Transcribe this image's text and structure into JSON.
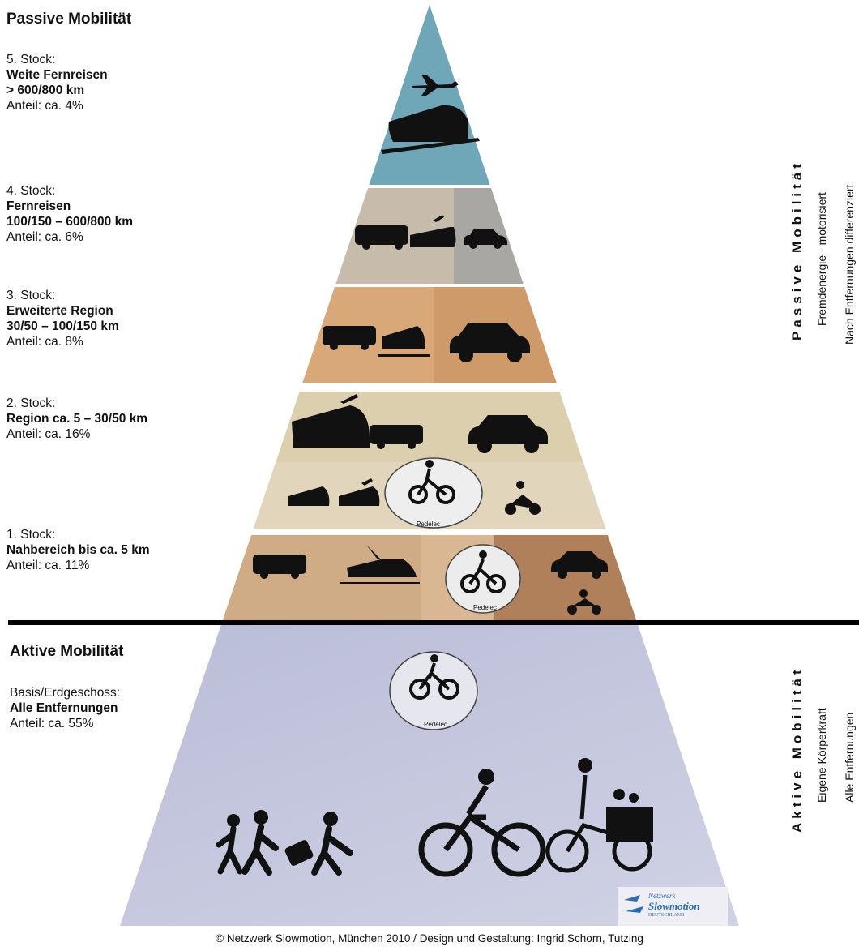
{
  "passive": {
    "title": "Passive Mobilität",
    "side_title": "Passive Mobilität",
    "side_line1": "Fremdenergie - motorisiert",
    "side_line2": "Nach Entfernungen differenziert"
  },
  "levels": [
    {
      "stock": "5. Stock:",
      "name": "Weite Fernreisen",
      "range": "> 600/800 km",
      "share": "Anteil: ca. 4%"
    },
    {
      "stock": "4. Stock:",
      "name": "Fernreisen",
      "range": "100/150 – 600/800 km",
      "share": "Anteil: ca. 6%"
    },
    {
      "stock": "3. Stock:",
      "name": "Erweiterte Region",
      "range": "30/50 – 100/150 km",
      "share": "Anteil: ca. 8%"
    },
    {
      "stock": "2. Stock:",
      "name": "Region ca. 5 – 30/50 km",
      "share": "Anteil: ca. 16%"
    },
    {
      "stock": "1. Stock:",
      "name": "Nahbereich bis ca. 5 km",
      "share": "Anteil: ca. 11%"
    }
  ],
  "active": {
    "title": "Aktive Mobilität",
    "stock": "Basis/Erdgeschoss:",
    "name": "Alle Entfernungen",
    "share": "Anteil: ca. 55%",
    "side_title": "Aktive Mobilität",
    "side_line1": "Eigene Körperkraft",
    "side_line2": "Alle Entfernungen"
  },
  "pedelec_label": "Pedelec",
  "logo": {
    "line1": "Netzwerk",
    "line2": "Slowmotion",
    "line3": "DEUTSCHLAND"
  },
  "credit": "© Netzwerk Slowmotion, München 2010 / Design und Gestaltung: Ingrid Schorn, Tutzing",
  "colors": {
    "level5": "#6fa7b8",
    "level4": "#c7bcac",
    "level4_right": "#a9a7a3",
    "level3": "#d8a878",
    "level3_right": "#cf9a6a",
    "level2": "#dccfae",
    "level1": "#cfab86",
    "level1_right": "#b0805a",
    "base": "#b4b7d2",
    "divider": "#000000"
  }
}
